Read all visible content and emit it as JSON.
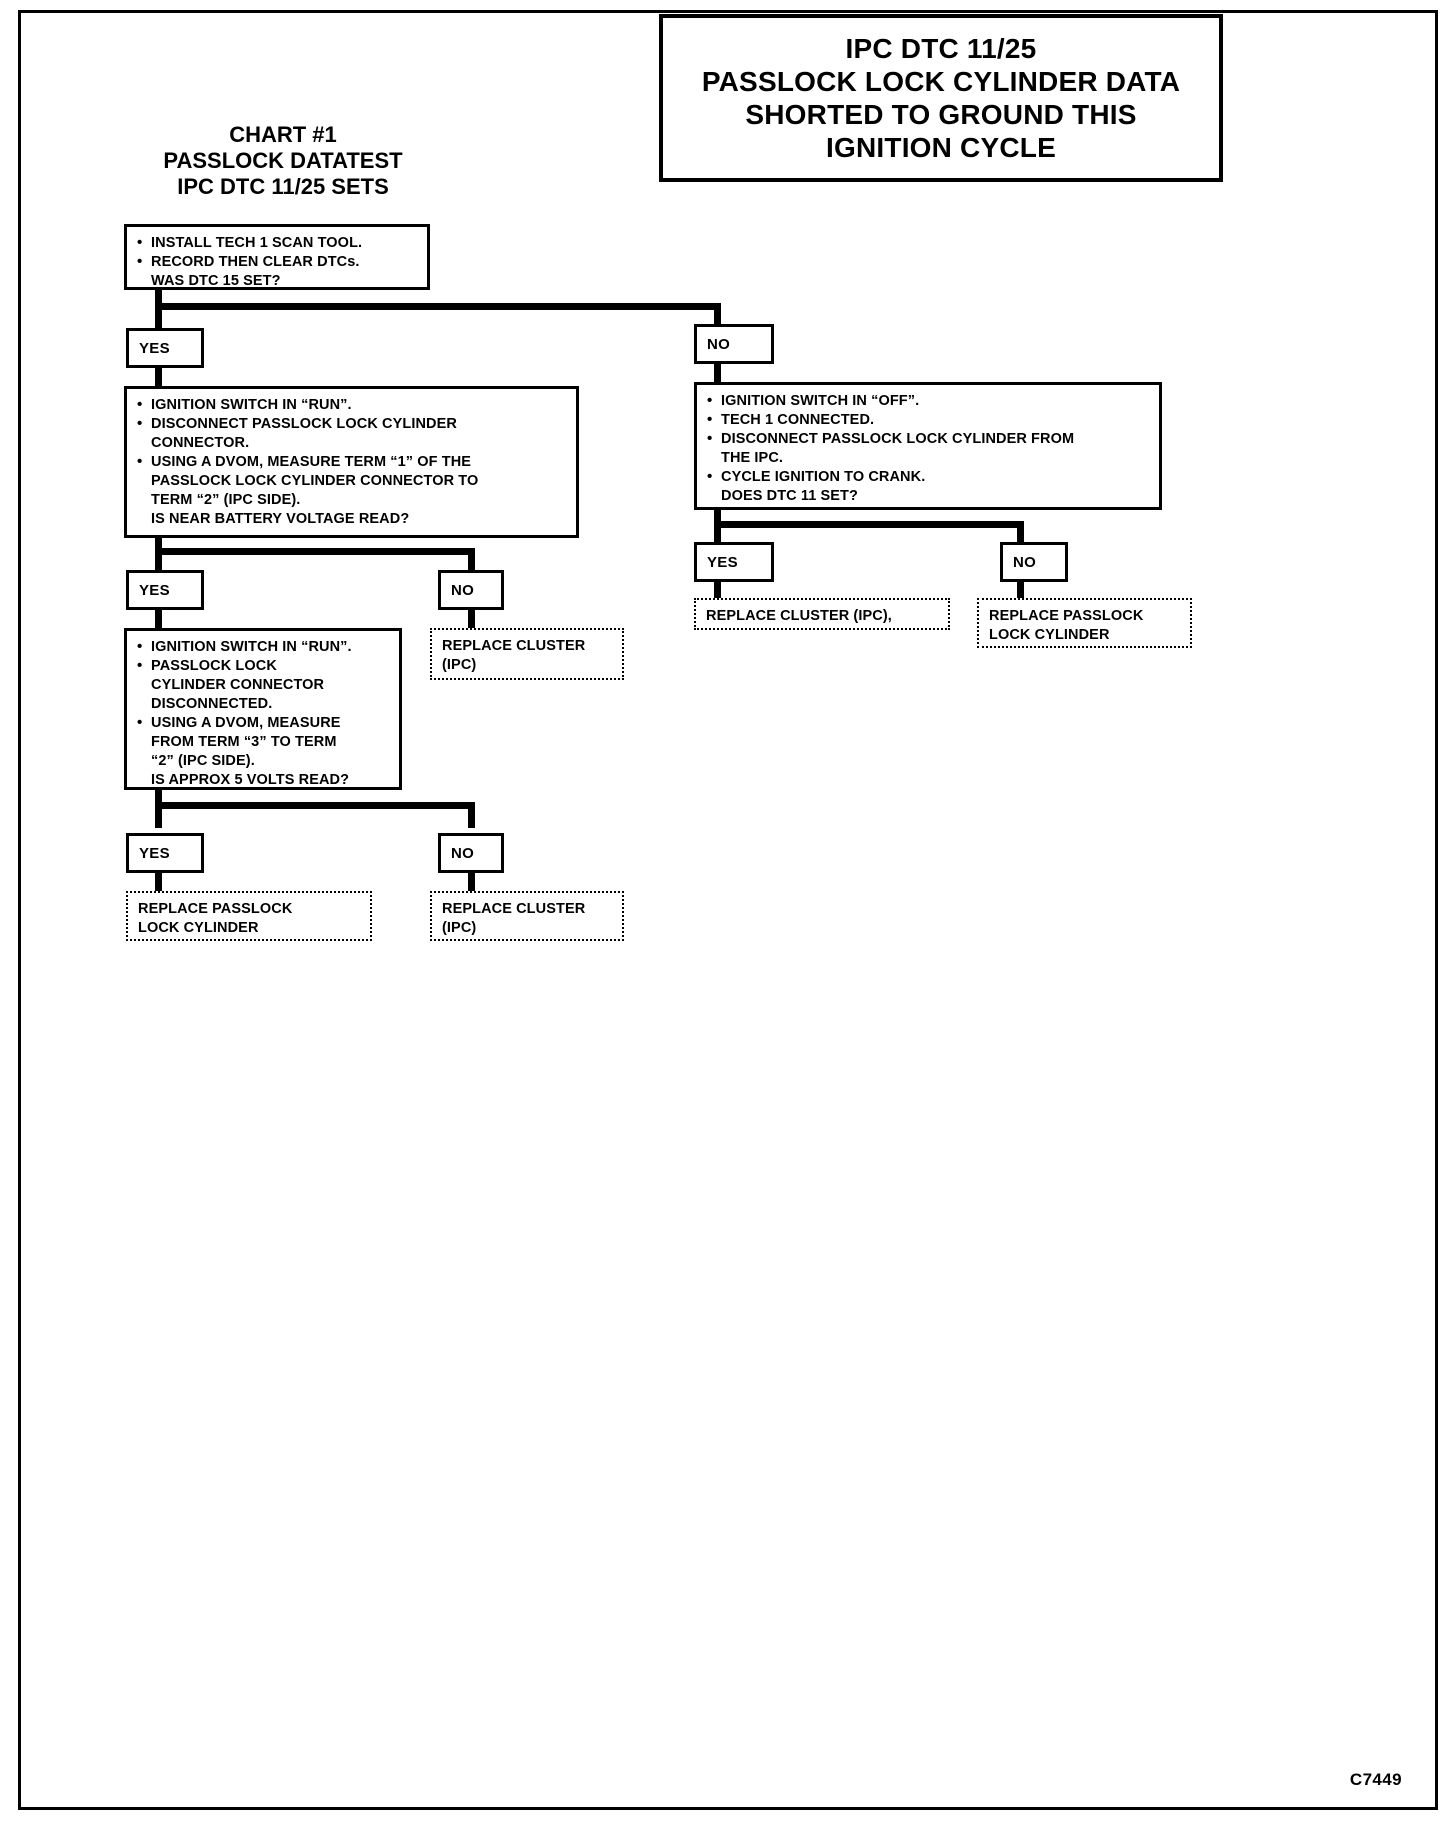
{
  "document": {
    "footer_code": "C7449"
  },
  "header": {
    "lines": [
      "IPC DTC 11/25",
      "PASSLOCK LOCK CYLINDER DATA",
      "SHORTED TO GROUND THIS",
      "IGNITION CYCLE"
    ]
  },
  "chart_title": {
    "lines": [
      "CHART #1",
      "PASSLOCK DATATEST",
      "IPC DTC 11/25 SETS"
    ]
  },
  "chart_data": {
    "type": "diagram",
    "title": "CHART #1 PASSLOCK DATATEST IPC DTC 11/25 SETS",
    "nodes": [
      {
        "id": "start",
        "kind": "process",
        "lines": [
          {
            "bullet": true,
            "text": "INSTALL TECH 1 SCAN TOOL."
          },
          {
            "bullet": true,
            "text": "RECORD THEN CLEAR DTCs."
          },
          {
            "bullet": false,
            "text": "WAS DTC 15 SET?"
          }
        ]
      },
      {
        "id": "left-branch",
        "kind": "process",
        "lines": [
          {
            "bullet": true,
            "text": "IGNITION SWITCH IN “RUN”."
          },
          {
            "bullet": true,
            "text": "DISCONNECT PASSLOCK LOCK CYLINDER\nCONNECTOR."
          },
          {
            "bullet": true,
            "text": "USING A DVOM, MEASURE TERM “1” OF THE\nPASSLOCK LOCK CYLINDER CONNECTOR TO\nTERM “2” (IPC SIDE)."
          },
          {
            "bullet": false,
            "text": "IS NEAR BATTERY VOLTAGE READ?"
          }
        ]
      },
      {
        "id": "right-branch",
        "kind": "process",
        "lines": [
          {
            "bullet": true,
            "text": "IGNITION SWITCH IN “OFF”."
          },
          {
            "bullet": true,
            "text": "TECH 1 CONNECTED."
          },
          {
            "bullet": true,
            "text": "DISCONNECT PASSLOCK LOCK CYLINDER FROM\nTHE IPC."
          },
          {
            "bullet": true,
            "text": "CYCLE IGNITION TO CRANK."
          },
          {
            "bullet": false,
            "text": "DOES DTC 11 SET?"
          }
        ]
      },
      {
        "id": "left-second",
        "kind": "process",
        "lines": [
          {
            "bullet": true,
            "text": "IGNITION SWITCH IN “RUN”."
          },
          {
            "bullet": true,
            "text": "PASSLOCK LOCK\nCYLINDER CONNECTOR\nDISCONNECTED."
          },
          {
            "bullet": true,
            "text": "USING A DVOM, MEASURE\nFROM TERM “3” TO TERM\n“2” (IPC SIDE)."
          },
          {
            "bullet": false,
            "text": "IS APPROX 5 VOLTS READ?"
          }
        ]
      }
    ],
    "decisions": {
      "start_yes": "YES",
      "start_no": "NO",
      "left_yes": "YES",
      "left_no": "NO",
      "right_yes": "YES",
      "right_no": "NO",
      "left2_yes": "YES",
      "left2_no": "NO"
    },
    "terminals": {
      "left_no_action": "REPLACE CLUSTER\n(IPC)",
      "right_yes_action": "REPLACE CLUSTER (IPC),",
      "right_no_action": "REPLACE PASSLOCK\nLOCK CYLINDER",
      "left2_yes_action": "REPLACE PASSLOCK\nLOCK CYLINDER",
      "left2_no_action": "REPLACE CLUSTER\n(IPC)"
    }
  }
}
